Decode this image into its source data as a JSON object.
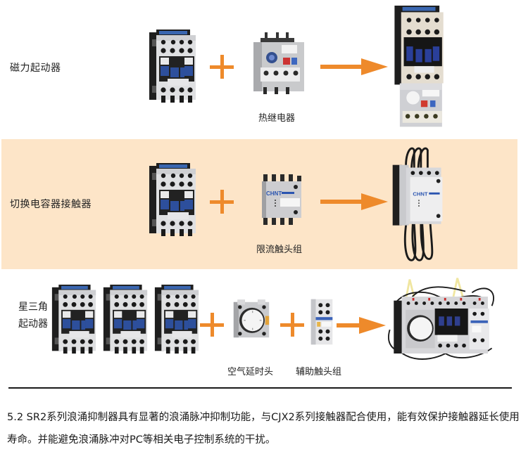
{
  "rows": [
    {
      "label": "磁力起动器",
      "components": [
        {
          "icon": "ac-contactor-icon"
        },
        {
          "icon": "thermal-relay-icon",
          "caption": "热继电器"
        }
      ],
      "result_icon": "magnetic-starter-icon"
    },
    {
      "label": "切换电容器接触器",
      "components": [
        {
          "icon": "ac-contactor-icon"
        },
        {
          "icon": "current-limiting-contact-block-icon",
          "caption": "限流触头组",
          "brand": "CHNT"
        }
      ],
      "result_icon": "capacitor-switching-contactor-icon",
      "result_brand": "CHNT"
    },
    {
      "label_lines": [
        "星三角",
        "起动器"
      ],
      "components": [
        {
          "icon": "ac-contactor-icon"
        },
        {
          "icon": "ac-contactor-icon"
        },
        {
          "icon": "ac-contactor-icon"
        },
        {
          "icon": "pneumatic-timer-icon",
          "caption": "空气延时头"
        },
        {
          "icon": "auxiliary-contact-block-icon",
          "caption": "辅助触头组"
        }
      ],
      "result_icon": "star-delta-starter-icon"
    }
  ],
  "connectors": {
    "plus": "+",
    "arrow": "→"
  },
  "colors": {
    "accent": "#ee8a2b",
    "band": "#fde5c8",
    "divider": "#1a1a1a"
  },
  "paragraph": "5.2 SR2系列浪涌抑制器具有显著的浪涌脉冲抑制功能，与CJX2系列接触器配合使用，能有效保护接触器延长使用寿命。并能避免浪涌脉冲对PC等相关电子控制系统的干扰。"
}
